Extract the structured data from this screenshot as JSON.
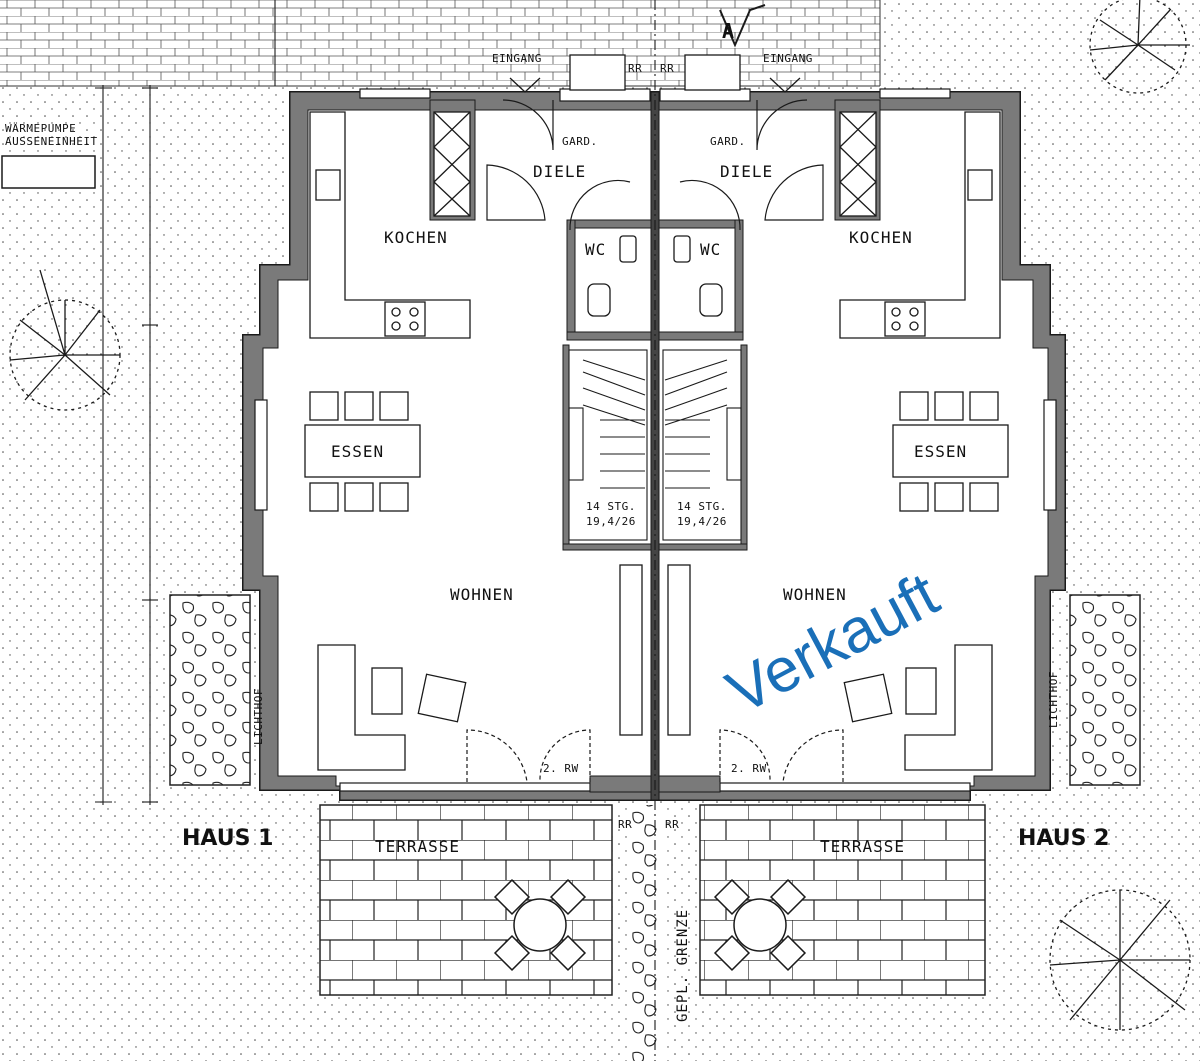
{
  "colors": {
    "wall": "#7a7a7a",
    "line": "#1a1a1a",
    "ground": "#ffffff",
    "sold_stamp": "#1a6fb8"
  },
  "top": {
    "entrance_left": "EINGANG",
    "entrance_right": "EINGANG",
    "rr_left": "RR",
    "rr_right": "RR",
    "section_marker": "A"
  },
  "outside": {
    "heat_pump_line1": "WÄRMEPUMPE",
    "heat_pump_line2": "AUSSENEINHEIT",
    "lichthof_left": "LICHTHOF",
    "lichthof_right": "LICHTHOF",
    "rr_bottom_left": "RR",
    "rr_bottom_right": "RR",
    "boundary": "GEPL. GRENZE"
  },
  "haus1": {
    "label": "HAUS 1",
    "garderobe": "GARD.",
    "diele": "DIELE",
    "kochen": "KOCHEN",
    "wc": "WC",
    "essen": "ESSEN",
    "wohnen": "WOHNEN",
    "stair_steps": "14 STG.",
    "stair_ratio": "19,4/26",
    "rw": "2. RW",
    "terrasse": "TERRASSE"
  },
  "haus2": {
    "label": "HAUS 2",
    "garderobe": "GARD.",
    "diele": "DIELE",
    "kochen": "KOCHEN",
    "wc": "WC",
    "essen": "ESSEN",
    "wohnen": "WOHNEN",
    "stair_steps": "14 STG.",
    "stair_ratio": "19,4/26",
    "rw": "2. RW",
    "terrasse": "TERRASSE"
  },
  "stamp": "Verkauft"
}
